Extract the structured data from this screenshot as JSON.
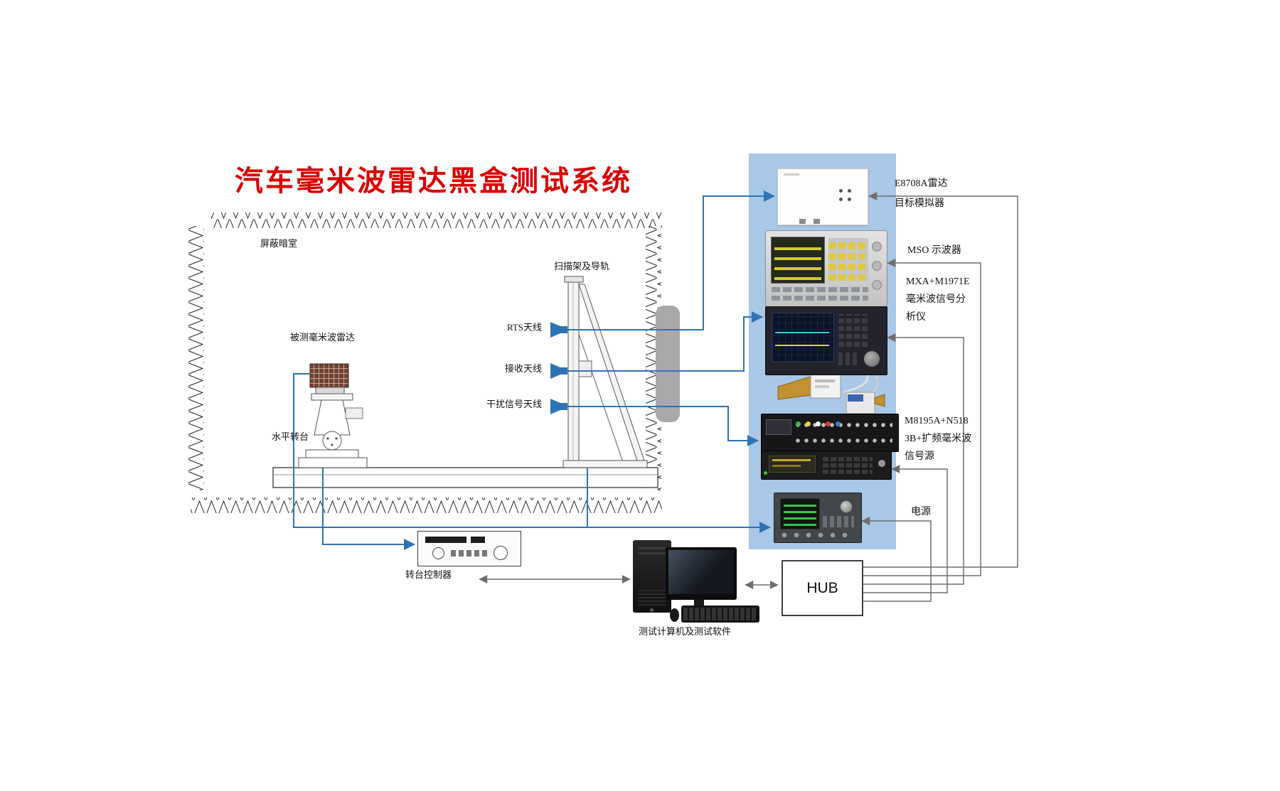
{
  "title": "汽车毫米波雷达黑盒测试系统",
  "chamber": {
    "room": "屏蔽暗室",
    "scanner": "扫描架及导轨",
    "dut": "被测毫米波雷达",
    "turntable": "水平转台",
    "antenna_rts": "RTS天线",
    "antenna_rx": "接收天线",
    "antenna_interference": "干扰信号天线"
  },
  "instruments": {
    "simulator_line1": "E8708A雷达",
    "simulator_line2": "目标模拟器",
    "oscilloscope": "MSO 示波器",
    "analyzer_line1": "MXA+M1971E",
    "analyzer_line2": "毫米波信号分",
    "analyzer_line3": "析仪",
    "source_line1": "M8195A+N518",
    "source_line2": "3B+扩频毫米波",
    "source_line3": "信号源",
    "power": "电源",
    "hub": "HUB"
  },
  "control": {
    "controller": "转台控制器",
    "computer": "测试计算机及测试软件"
  },
  "colors": {
    "title_red": "#d90000",
    "panel_blue": "#a9c7e6",
    "signal_line_blue": "#2e74b5",
    "control_line_gray": "#6e6e6e"
  }
}
